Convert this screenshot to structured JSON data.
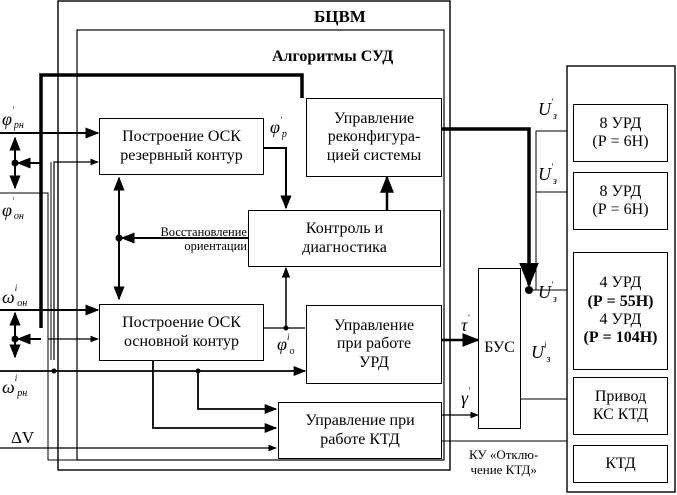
{
  "frames": {
    "outer_title": "БЦВМ",
    "inner_title": "Алгоритмы СУД"
  },
  "blocks": {
    "osk_reserve": [
      "Построение ОСК",
      "резервный контур"
    ],
    "osk_main": [
      "Построение ОСК",
      "основной контур"
    ],
    "reconfig": [
      "Управление",
      "реконфигура-",
      "цией системы"
    ],
    "control_diag": [
      "Контроль и",
      "диагностика"
    ],
    "urd_control": [
      "Управление",
      "при работе",
      "УРД"
    ],
    "ktd_control": [
      "Управление при",
      "работе КТД"
    ],
    "bus": "БУС"
  },
  "actuators": {
    "urd8_a": [
      "8 УРД",
      "(Р = 6Н)"
    ],
    "urd8_b": [
      "8 УРД",
      "(Р = 6Н)"
    ],
    "urd4": [
      "4 УРД",
      "(Р = 55Н)",
      "4 УРД",
      "(Р = 104Н)"
    ],
    "drive": [
      "Привод",
      "КС КТД"
    ],
    "ktd": "КТД"
  },
  "signals": {
    "phi_rn": {
      "base": "φ",
      "sup": "'",
      "sub": "рн"
    },
    "phi_on": {
      "base": "φ",
      "sup": "'",
      "sub": "он"
    },
    "omega_on": {
      "base": "ω",
      "sup": "i",
      "sub": "он"
    },
    "omega_rn": {
      "base": "ω",
      "sup": "i",
      "sub": "рн"
    },
    "delta_v": "ΔV",
    "phi_p": {
      "base": "φ",
      "sup": "'",
      "sub": "р"
    },
    "phi_o": {
      "base": "φ",
      "sup": "i",
      "sub": "о"
    },
    "tau": {
      "base": "τ",
      "sup": "'"
    },
    "gamma": {
      "base": "γ",
      "sup": "'"
    },
    "u1": {
      "base": "U",
      "sup": "'",
      "sub": "з"
    },
    "u2": {
      "base": "U",
      "sup": "'",
      "sub": "з"
    },
    "u3": {
      "base": "U",
      "sup": "'",
      "sub": "з"
    },
    "u4": {
      "base": "U",
      "sup": "i",
      "sub": "з"
    },
    "restore": [
      "Восстановление",
      "ориентации"
    ],
    "ku_off": [
      "КУ «Отклю-",
      "чение КТД»"
    ]
  }
}
